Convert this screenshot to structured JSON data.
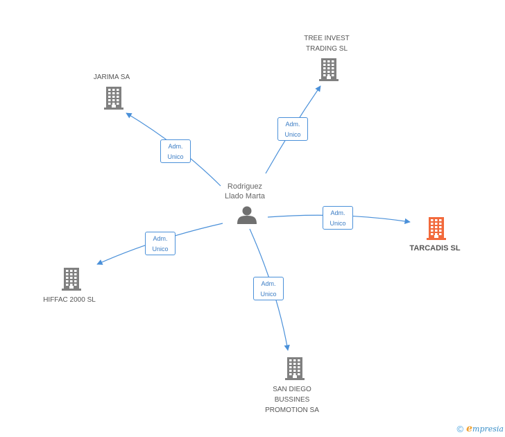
{
  "colors": {
    "building": "#808080",
    "building_highlight": "#f26a3c",
    "edge": "#4a90d9",
    "person": "#707070"
  },
  "center": {
    "name_line1": "Rodriguez",
    "name_line2": "Llado Marta",
    "icon": "person-icon"
  },
  "companies": [
    {
      "id": "jarima",
      "lines": [
        "JARIMA SA"
      ],
      "highlight": false,
      "icon": "building-icon"
    },
    {
      "id": "tree-invest",
      "lines": [
        "TREE INVEST",
        "TRADING SL"
      ],
      "highlight": false,
      "icon": "building-icon"
    },
    {
      "id": "tarcadis",
      "lines": [
        "TARCADIS SL"
      ],
      "highlight": true,
      "icon": "building-icon"
    },
    {
      "id": "hiffac",
      "lines": [
        "HIFFAC 2000 SL"
      ],
      "highlight": false,
      "icon": "building-icon"
    },
    {
      "id": "san-diego",
      "lines": [
        "SAN DIEGO",
        "BUSSINES",
        "PROMOTION SA"
      ],
      "highlight": false,
      "icon": "building-icon"
    }
  ],
  "edges": [
    {
      "to": "jarima",
      "line1": "Adm.",
      "line2": "Unico"
    },
    {
      "to": "tree-invest",
      "line1": "Adm.",
      "line2": "Unico"
    },
    {
      "to": "tarcadis",
      "line1": "Adm.",
      "line2": "Unico"
    },
    {
      "to": "hiffac",
      "line1": "Adm.",
      "line2": "Unico"
    },
    {
      "to": "san-diego",
      "line1": "Adm.",
      "line2": "Unico"
    }
  ],
  "footer": {
    "copyright": "©",
    "brand_initial": "e",
    "brand_rest": "mpresia"
  }
}
